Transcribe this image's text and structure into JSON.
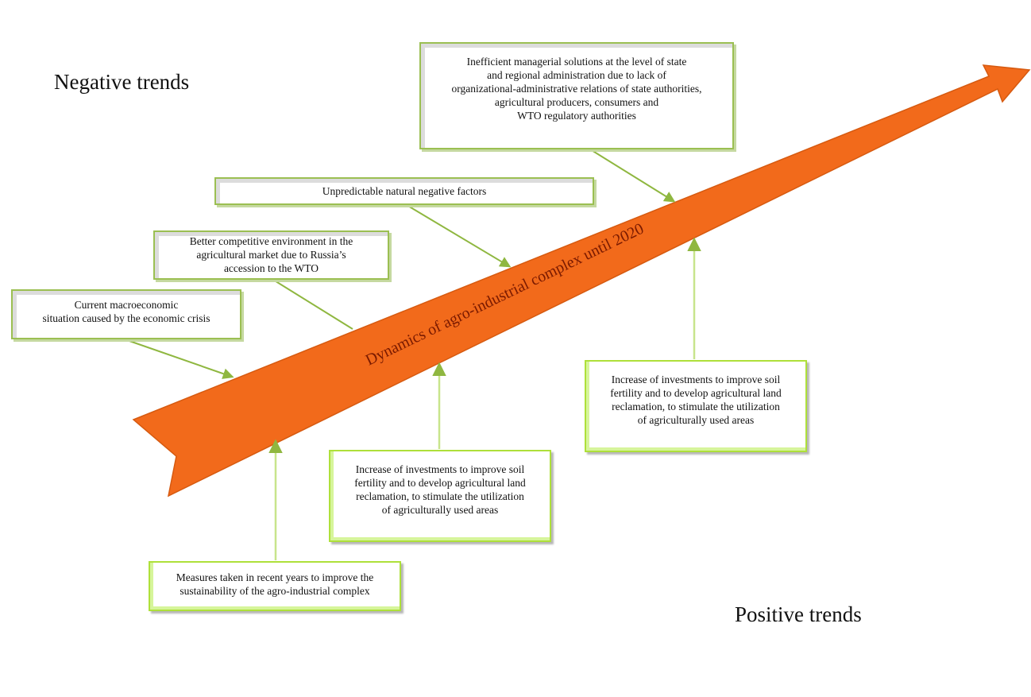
{
  "headings": {
    "negative": "Negative trends",
    "positive": "Positive trends"
  },
  "arrow": {
    "label": "Dynamics of agro-industrial complex until 2020",
    "fill": "#f26a1b",
    "stroke": "#d65a10"
  },
  "colors": {
    "negative_border": "#9bbf52",
    "positive_border": "#aee03a",
    "connector": "#8fb740"
  },
  "negative_factors": [
    {
      "text": "Current macroeconomic\nsituation caused by the economic crisis"
    },
    {
      "text": "Better competitive environment in the\nagricultural market due to Russia’s\naccession to the WTO"
    },
    {
      "text": "Unpredictable natural negative factors"
    },
    {
      "text": "Inefficient managerial solutions at the level of state\nand regional administration due to lack of\norganizational-administrative relations of state authorities,\nagricultural producers, consumers and\nWTO regulatory authorities"
    }
  ],
  "positive_factors": [
    {
      "text": "Measures taken in recent years to improve the\nsustainability of the agro-industrial complex"
    },
    {
      "text": "Increase of investments to improve soil\nfertility and to develop agricultural land\nreclamation, to stimulate the utilization\nof agriculturally used areas"
    },
    {
      "text": "Increase of investments to improve soil\nfertility and to develop agricultural land\nreclamation, to stimulate the utilization\nof agriculturally used areas"
    }
  ]
}
